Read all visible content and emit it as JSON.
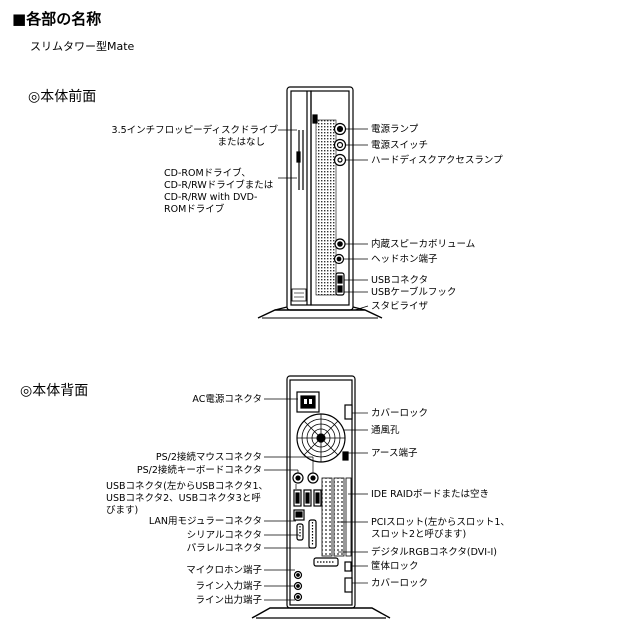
{
  "page": {
    "title": "各部の名称",
    "model": "スリムタワー型Mate"
  },
  "front": {
    "heading": "本体前面",
    "labels_left": [
      "3.5インチフロッピーディスクドライブ",
      "またはなし",
      "CD-ROMドライブ、",
      "CD-R/RWドライブまたは",
      "CD-R/RW with DVD-",
      "ROMドライブ"
    ],
    "labels_right": [
      "電源ランプ",
      "電源スイッチ",
      "ハードディスクアクセスランプ",
      "内蔵スピーカボリューム",
      "ヘッドホン端子",
      "USBコネクタ",
      "USBケーブルフック",
      "スタビライザ"
    ]
  },
  "rear": {
    "heading": "本体背面",
    "labels_left": [
      "AC電源コネクタ",
      "PS/2接続マウスコネクタ",
      "PS/2接続キーボードコネクタ",
      "USBコネクタ(左からUSBコネクタ1、",
      "USBコネクタ2、USBコネクタ3と呼",
      "びます)",
      "LAN用モジュラーコネクタ",
      "シリアルコネクタ",
      "パラレルコネクタ",
      "マイクロホン端子",
      "ライン入力端子",
      "ライン出力端子"
    ],
    "labels_right": [
      "カバーロック",
      "通風孔",
      "アース端子",
      "IDE RAIDボードまたは空き",
      "PCIスロット(左からスロット1、",
      "スロット2と呼びます)",
      "デジタルRGBコネクタ(DVI-I)",
      "筐体ロック",
      "カバーロック"
    ]
  }
}
